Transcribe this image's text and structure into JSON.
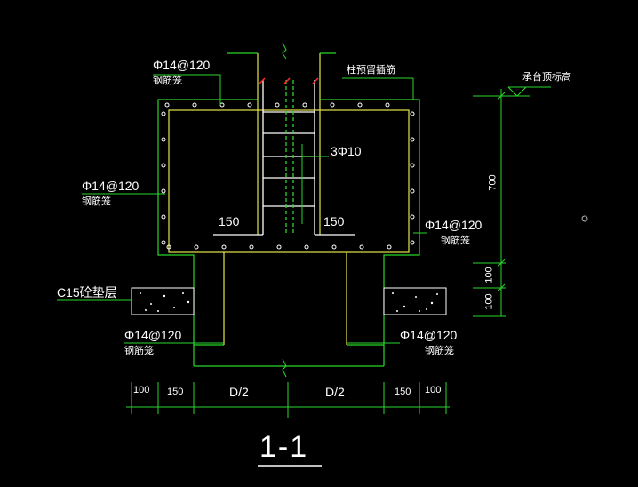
{
  "colors": {
    "background": "#000000",
    "green": "#2bd62b",
    "yellow": "#e6e64a",
    "white": "#ffffff",
    "red": "#ff2b2b",
    "cyan": "#7df0f0"
  },
  "labels": {
    "bar_top": "Φ14@120",
    "cage_top": "钢筋笼",
    "bar_left": "Φ14@120",
    "cage_left": "钢筋笼",
    "bar_right": "Φ14@120",
    "cage_right": "钢筋笼",
    "bar_bottom_left": "Φ14@120",
    "cage_bottom_left": "钢筋笼",
    "bar_bottom_right": "Φ14@120",
    "cage_bottom_right": "钢筋笼",
    "column_dowel": "柱预留插筋",
    "stirrup": "3Φ10",
    "ext_left": "150",
    "ext_right": "150",
    "cushion": "C15砼垫层",
    "cap_top_elevation": "承台顶标高"
  },
  "dimensions": {
    "v_700": "700",
    "v_100a": "100",
    "v_100b": "100",
    "h_100_left": "100",
    "h_150_left": "150",
    "h_d2_left": "D/2",
    "h_d2_right": "D/2",
    "h_150_right": "150",
    "h_100_right": "100"
  },
  "section_title": "1-1"
}
